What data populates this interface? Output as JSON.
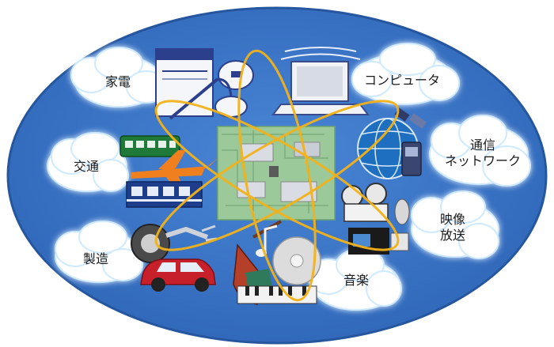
{
  "categories": {
    "appliances": "家電",
    "computer": "コンピュータ",
    "network_line1": "通信",
    "network_line2": "ネットワーク",
    "transport": "交通",
    "broadcast_line1": "映像",
    "broadcast_line2": "放送",
    "manufacturing": "製造",
    "music": "音楽"
  },
  "colors": {
    "ellipse": "#3a73c4",
    "ellipse_border": "#2a5ea8",
    "cloud": "#ffffff",
    "cloud_glow": "#bfe6ff",
    "orbit": "#f2b21b",
    "circuit_board": "#9cc99a",
    "chip": "#d9dde3",
    "airplane": "#f07f1e",
    "train": "#1e3e8c",
    "tram": "#1f7a3a",
    "car": "#c8202a",
    "globe": "#1e6fc0"
  },
  "icons": [
    "washing-machine-icon",
    "vacuum-cleaner-icon",
    "rice-cooker-icon",
    "computer-icon",
    "globe-icon",
    "satellite-icon",
    "mobile-phone-icon",
    "tram-icon",
    "airplane-icon",
    "train-icon",
    "film-projector-icon",
    "video-camera-icon",
    "cd-icon",
    "guitar-icon",
    "music-note-icon",
    "piano-keys-icon",
    "tire-icon",
    "robot-arm-icon",
    "car-icon",
    "circuit-board-icon"
  ]
}
